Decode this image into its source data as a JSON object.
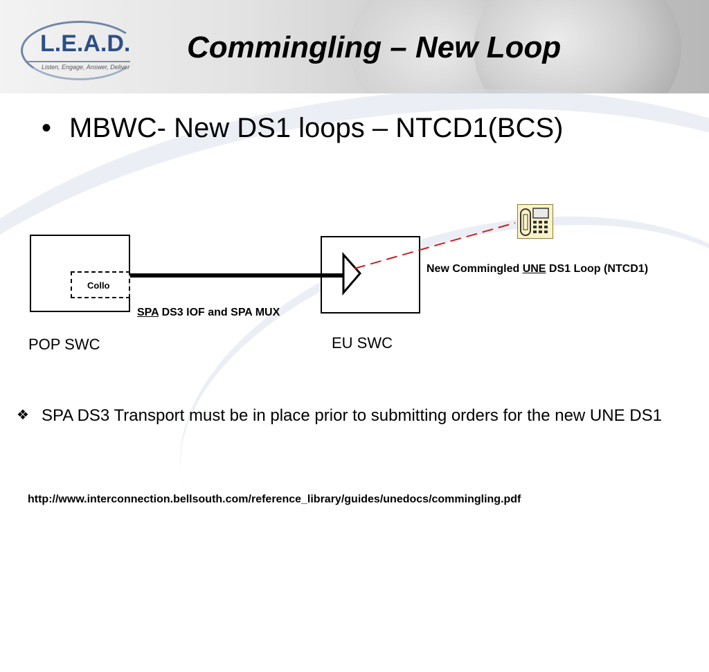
{
  "logo": {
    "name": "L.E.A.D.",
    "tagline": "Listen, Engage, Answer, Deliver"
  },
  "slide": {
    "title": "Commingling – New Loop",
    "bullet": "MBWC- New DS1 loops – NTCD1(BCS)",
    "bullet_marker": "•"
  },
  "diagram": {
    "pop_label": "POP SWC",
    "collo_label": "Collo",
    "eu_label": "EU SWC",
    "spa_link_prefix": "SPA",
    "spa_link_suffix": " DS3 IOF and SPA MUX",
    "loop_prefix": "New Commingled ",
    "loop_underlined": "UNE",
    "loop_suffix": " DS1 Loop (NTCD1)",
    "loop_line_color": "#cc1f1f",
    "phone_icon": "telephone-icon"
  },
  "note": {
    "marker": "❖",
    "text": "SPA DS3 Transport must be in place prior to submitting orders for the new UNE DS1"
  },
  "footer": {
    "url": "http://www.interconnection.bellsouth.com/reference_library/guides/unedocs/commingling.pdf"
  }
}
